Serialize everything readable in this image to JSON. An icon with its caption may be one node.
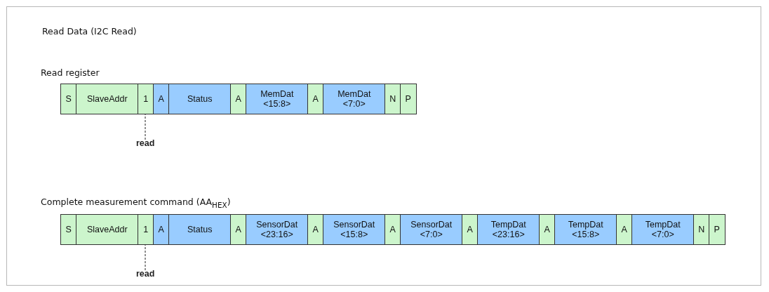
{
  "diagram": {
    "title": "Read Data (I2C Read)",
    "nodes": [
      {
        "text": [
          "S"
        ]
      },
      {
        "text": [
          "SlaveAddr"
        ]
      },
      {
        "text": [
          "1"
        ]
      },
      {
        "text": [
          "A"
        ]
      },
      {
        "text": [
          "Status"
        ]
      },
      {
        "text": [
          "A"
        ]
      },
      {
        "text": [
          "MemDat <15:8>"
        ]
      },
      {
        "text": [
          "A"
        ]
      },
      {
        "text": [
          "MemDat <7:0>"
        ]
      },
      {
        "text": [
          "N"
        ]
      },
      {
        "text": [
          "P"
        ]
      },
      {
        "text": [
          "read"
        ]
      },
      {
        "text": [
          "S"
        ]
      },
      {
        "text": [
          "SlaveAddr"
        ]
      },
      {
        "text": [
          "1"
        ]
      },
      {
        "text": [
          "A"
        ]
      },
      {
        "text": [
          "Status"
        ]
      },
      {
        "text": [
          "A"
        ]
      },
      {
        "text": [
          "SensorDat <23:16>"
        ]
      },
      {
        "text": [
          "A"
        ]
      },
      {
        "text": [
          "SensorDat <15:8>"
        ]
      },
      {
        "text": [
          "A"
        ]
      },
      {
        "text": [
          "SensorDat <7:0>"
        ]
      },
      {
        "text": [
          "A"
        ]
      },
      {
        "text": [
          "TempDat <23:16>"
        ]
      },
      {
        "text": [
          "A"
        ]
      },
      {
        "text": [
          "TempDat <15:8>"
        ]
      },
      {
        "text": [
          "A"
        ]
      },
      {
        "text": [
          "TempDat <7:0>"
        ]
      },
      {
        "text": [
          "N"
        ]
      },
      {
        "text": [
          "P"
        ]
      },
      {
        "text": [
          "read"
        ]
      }
    ],
    "edges": [
      {
        "from": 11,
        "to": 2,
        "arrow": "none",
        "style": "dashed"
      },
      {
        "from": 31,
        "to": 14,
        "arrow": "none",
        "style": "dashed"
      }
    ],
    "labels": [
      "Read register",
      "Complete measurement command (AA$_{HEX}$)"
    ]
  }
}
